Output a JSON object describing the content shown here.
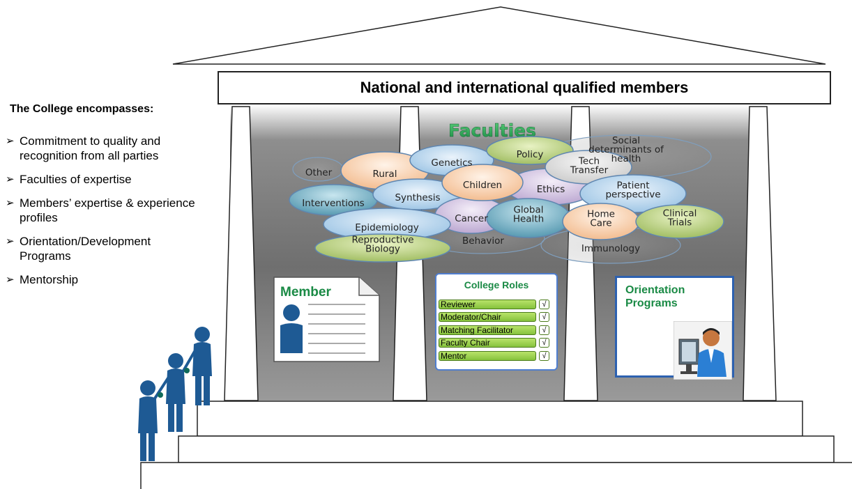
{
  "banner": {
    "title": "National and international qualified members"
  },
  "sidebar": {
    "title": "The College encompasses:",
    "items": [
      "Commitment to quality and recognition from all parties",
      "Faculties of expertise",
      "Members’ expertise & experience profiles",
      "Orientation/Development Programs",
      "Mentorship"
    ]
  },
  "faculties": {
    "title": "Faculties",
    "items": [
      {
        "label": "Other"
      },
      {
        "label": "Rural"
      },
      {
        "label": "Genetics"
      },
      {
        "label": "Policy"
      },
      {
        "label": "Tech\nTransfer"
      },
      {
        "label": "Social\ndeterminants of\nhealth"
      },
      {
        "label": "Children"
      },
      {
        "label": "Ethics"
      },
      {
        "label": "Synthesis"
      },
      {
        "label": "Interventions"
      },
      {
        "label": "Patient\nperspective"
      },
      {
        "label": "Cancer"
      },
      {
        "label": "Global\nHealth"
      },
      {
        "label": "Epidemiology"
      },
      {
        "label": "Home\nCare"
      },
      {
        "label": "Clinical\nTrials"
      },
      {
        "label": "Behavior"
      },
      {
        "label": "Reproductive\nBiology"
      },
      {
        "label": "Immunology"
      }
    ]
  },
  "member_card": {
    "title": "Member"
  },
  "roles": {
    "title": "College Roles",
    "check_symbol": "√",
    "items": [
      "Reviewer",
      "Moderator/Chair",
      "Matching Facilitator",
      "Faculty Chair",
      "Mentor"
    ]
  },
  "orientation": {
    "title": "Orientation\nPrograms"
  },
  "colors": {
    "accent_green": "#1a8a45",
    "pillar_blue": "#2d61b0",
    "figure_blue": "#1e5a94"
  }
}
